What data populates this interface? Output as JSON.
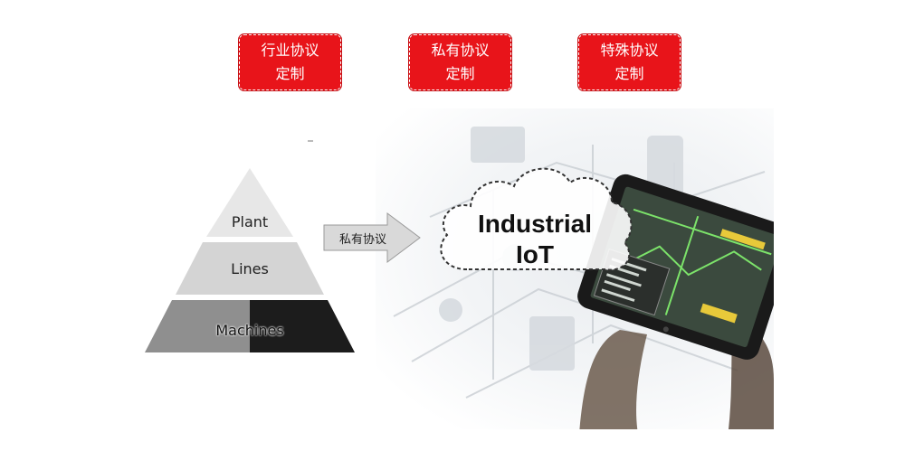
{
  "tags": [
    {
      "line1": "行业协议",
      "line2": "定制"
    },
    {
      "line1": "私有协议",
      "line2": "定制"
    },
    {
      "line1": "特殊协议",
      "line2": "定制"
    }
  ],
  "pyramid": {
    "levels": [
      "Plant",
      "Lines",
      "Machines"
    ]
  },
  "arrow": {
    "label": "私有协议"
  },
  "cloud": {
    "line1": "Industrial",
    "line2": "IoT"
  },
  "colors": {
    "tag_red": "#e8141a",
    "pyramid_top": "#e7e7e7",
    "pyramid_mid": "#d4d4d4",
    "pyramid_bottom_left": "#8f8f8f",
    "pyramid_bottom_right": "#1c1c1c",
    "arrow_fill": "#d9d9d9"
  },
  "icons": {
    "scene": "industrial-plant-tablet-image"
  }
}
